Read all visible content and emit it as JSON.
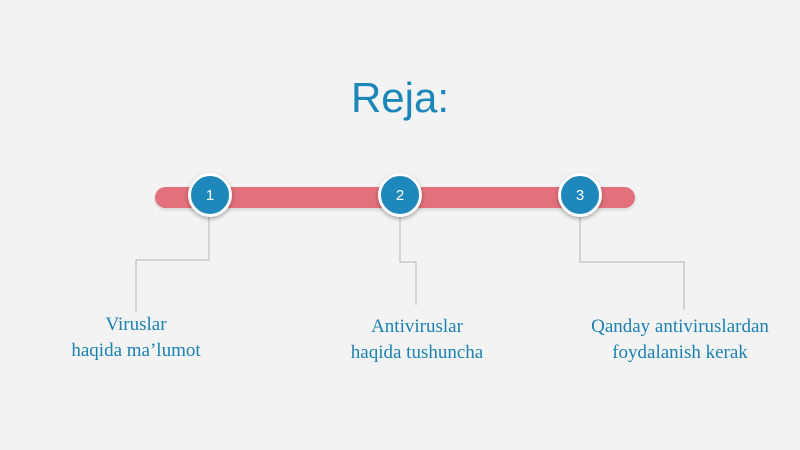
{
  "title": "Reja:",
  "timeline": {
    "bar_color": "#e2707d",
    "marker_color": "#1e88bd",
    "text_color": "#1a81b3",
    "items": [
      {
        "number": "1",
        "label_lines": [
          "Viruslar",
          "haqida ma’lumot"
        ]
      },
      {
        "number": "2",
        "label_lines": [
          "Antiviruslar",
          "haqida tushuncha"
        ]
      },
      {
        "number": "3",
        "label_lines": [
          "Qanday antiviruslardan",
          "foydalanish kerak"
        ]
      }
    ]
  }
}
